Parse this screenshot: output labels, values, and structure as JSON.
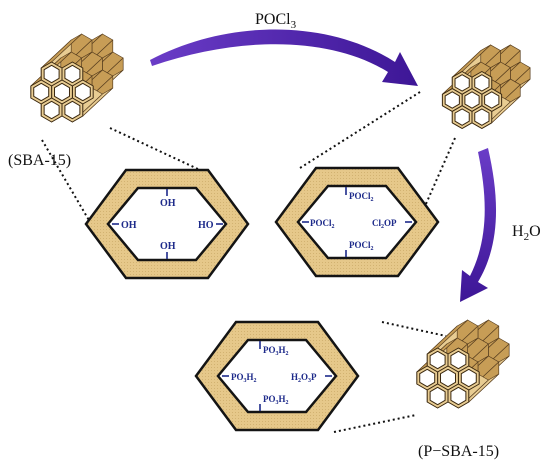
{
  "labels": {
    "reagent_top": "POCl",
    "reagent_top_sub": "3",
    "reagent_right": "H",
    "reagent_right_sub": "2",
    "reagent_right_tail": "O",
    "material_start": "(SBA-15)",
    "material_end": "(P−SBA-15)"
  },
  "pores": {
    "hydroxyl": [
      "OH",
      "OH",
      "HO",
      "OH"
    ],
    "chlorinated": {
      "top": "POCl",
      "top_sub": "2",
      "left": "POCl",
      "left_sub": "2",
      "right_a": "Cl",
      "right_sub": "2",
      "right_b": "OP",
      "bottom": "POCl",
      "bottom_sub": "2"
    },
    "phosphonated": {
      "top": "PO",
      "top_sub1": "3",
      "top_tail": "H",
      "top_sub2": "2",
      "left": "PO",
      "left_sub1": "3",
      "left_tail": "H",
      "left_sub2": "2",
      "right_a": "H",
      "right_sub1": "2",
      "right_b": "O",
      "right_sub2": "3",
      "right_c": "P",
      "bottom": "PO",
      "bottom_sub1": "3",
      "bottom_tail": "H",
      "bottom_sub2": "2"
    }
  },
  "colors": {
    "wall_fill": "#e6c88a",
    "wall_stroke": "#141414",
    "tube_light": "#e8cc92",
    "tube_dark": "#c79d56",
    "arrow": "#4a1fa6",
    "chem_text": "#1d2a8a"
  }
}
